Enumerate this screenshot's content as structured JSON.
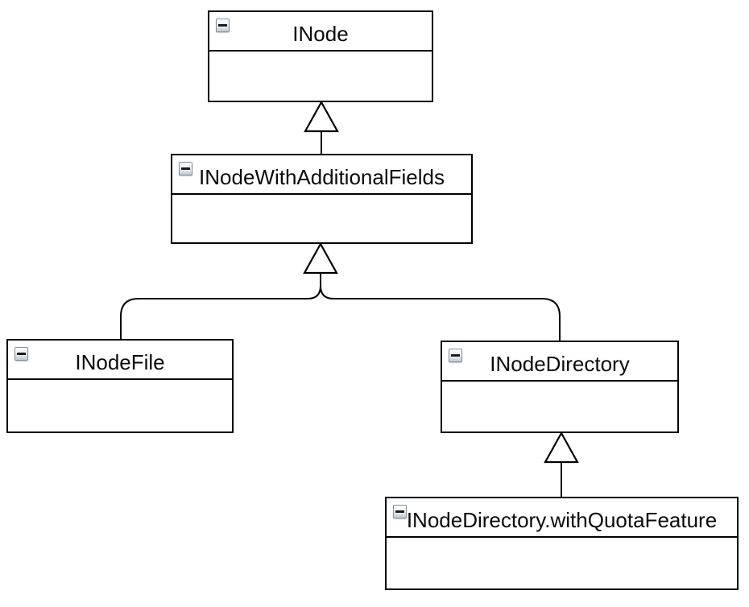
{
  "diagram": {
    "kind": "uml-class-hierarchy",
    "background_color": "#ffffff",
    "line_color": "#000000",
    "box_border_color": "#000000",
    "box_fill_color": "#ffffff",
    "collapse_icon": {
      "name": "minus-collapse-icon",
      "border_color": "#7d91a4",
      "gradient_top": "#fdfefe",
      "gradient_bottom": "#c7cbd0",
      "minus_color": "#1b1b1b"
    },
    "nodes": [
      {
        "label": "INode"
      },
      {
        "label": "INodeWithAdditionalFields"
      },
      {
        "label": "INodeFile"
      },
      {
        "label": "INodeDirectory"
      },
      {
        "label": "INodeDirectory.withQuotaFeature"
      }
    ],
    "edges": [
      {
        "child": "INodeWithAdditionalFields",
        "parent": "INode",
        "type": "generalization",
        "arrow": "hollow-triangle"
      },
      {
        "child": "INodeFile",
        "parent": "INodeWithAdditionalFields",
        "type": "generalization",
        "arrow": "hollow-triangle"
      },
      {
        "child": "INodeDirectory",
        "parent": "INodeWithAdditionalFields",
        "type": "generalization",
        "arrow": "hollow-triangle"
      },
      {
        "child": "INodeDirectory.withQuotaFeature",
        "parent": "INodeDirectory",
        "type": "generalization",
        "arrow": "hollow-triangle"
      }
    ]
  }
}
